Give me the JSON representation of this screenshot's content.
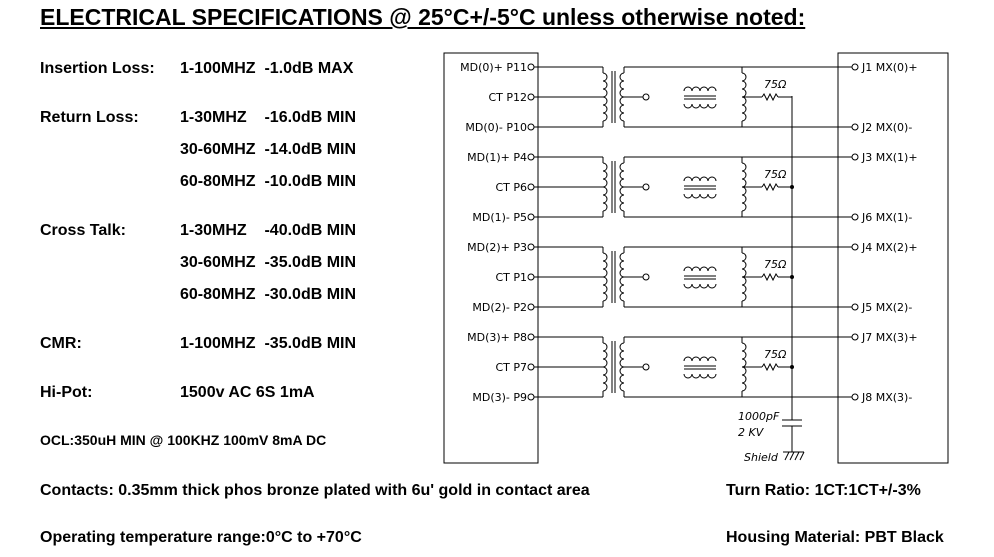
{
  "title": "ELECTRICAL SPECIFICATIONS @ 25°C+/-5°C unless otherwise noted:",
  "specs": {
    "insertion_loss": {
      "label": "Insertion Loss:",
      "value": "1-100MHZ  -1.0dB MAX"
    },
    "return_loss": {
      "label": "Return Loss:",
      "rows": [
        "1-30MHZ    -16.0dB MIN",
        "30-60MHZ  -14.0dB MIN",
        "60-80MHZ  -10.0dB MIN"
      ]
    },
    "cross_talk": {
      "label": "Cross Talk:",
      "rows": [
        "1-30MHZ    -40.0dB MIN",
        "30-60MHZ  -35.0dB MIN",
        "60-80MHZ  -30.0dB MIN"
      ]
    },
    "cmr": {
      "label": "CMR:",
      "value": "1-100MHZ  -35.0dB MIN"
    },
    "hipot": {
      "label": "Hi-Pot:",
      "value": "1500v AC 6S 1mA"
    },
    "ocl": "OCL:350uH MIN @ 100KHZ 100mV 8mA DC"
  },
  "footer": {
    "contacts": "Contacts: 0.35mm thick phos bronze plated with 6u' gold in contact area",
    "turn_ratio": "Turn Ratio: 1CT:1CT+/-3%",
    "operating_temp": "Operating temperature range:0°C to +70°C",
    "housing": "Housing Material: PBT Black"
  },
  "schematic": {
    "left_pins": [
      "MD(0)+  P11",
      "CT  P12",
      "MD(0)-  P10",
      "MD(1)+  P4",
      "CT  P6",
      "MD(1)-  P5",
      "MD(2)+  P3",
      "CT  P1",
      "MD(2)-  P2",
      "MD(3)+  P8",
      "CT  P7",
      "MD(3)-  P9"
    ],
    "right_pins": [
      "J1  MX(0)+",
      "J2  MX(0)-",
      "J3  MX(1)+",
      "J6  MX(1)-",
      "J4  MX(2)+",
      "J5  MX(2)-",
      "J7  MX(3)+",
      "J8  MX(3)-"
    ],
    "resistor_label": "75Ω",
    "cap_value": "1000pF",
    "cap_voltage": "2  KV",
    "shield_label": "Shield"
  }
}
